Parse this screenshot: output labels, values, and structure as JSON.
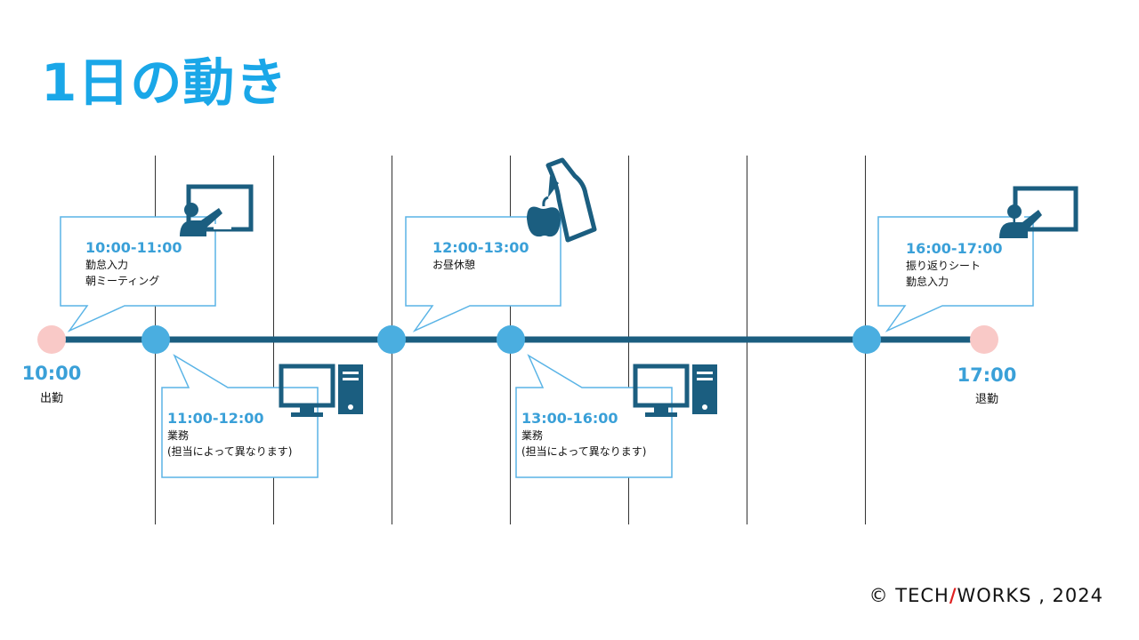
{
  "title": "1日の動き",
  "start": {
    "time": "10:00",
    "label": "出勤"
  },
  "end": {
    "time": "17:00",
    "label": "退勤"
  },
  "callouts": [
    {
      "time": "10:00-11:00",
      "lines": [
        "勤怠入力",
        "朝ミーティング"
      ],
      "icon": "presenter-icon"
    },
    {
      "time": "11:00-12:00",
      "lines": [
        "業務",
        "(担当によって異なります)"
      ],
      "icon": "desktop-computer-icon"
    },
    {
      "time": "12:00-13:00",
      "lines": [
        "お昼休憩"
      ],
      "icon": "lunch-bag-apple-icon"
    },
    {
      "time": "13:00-16:00",
      "lines": [
        "業務",
        "(担当によって異なります)"
      ],
      "icon": "desktop-computer-icon"
    },
    {
      "time": "16:00-17:00",
      "lines": [
        "振り返りシート",
        "勤怠入力"
      ],
      "icon": "presenter-icon"
    }
  ],
  "footer": {
    "copyright": "©",
    "brand_left": "TECH",
    "brand_slash": "/",
    "brand_right": "WORKS",
    "year": ", 2024"
  },
  "colors": {
    "title": "#1aa7e8",
    "timeline": "#1b5e80",
    "node": "#4aaee0",
    "endpoint": "#f9c9c7",
    "callout_border": "#5ab4e6",
    "icon": "#1b5e80"
  }
}
